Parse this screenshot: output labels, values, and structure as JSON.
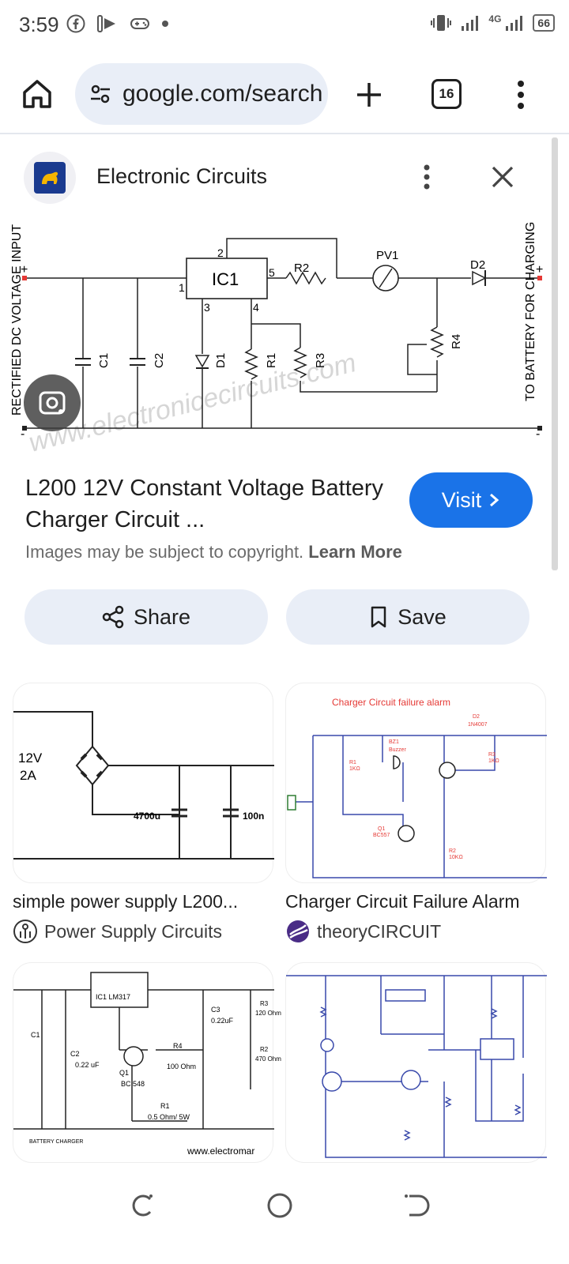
{
  "status_bar": {
    "time": "3:59",
    "network": "4G",
    "battery": "66"
  },
  "toolbar": {
    "url": "google.com/search",
    "tab_count": "16"
  },
  "panel": {
    "source_name": "Electronic Circuits",
    "title": "L200 12V Constant Voltage Battery Charger Circuit ...",
    "visit_label": "Visit",
    "copyright_text": "Images may be subject to copyright.",
    "learn_more_label": "Learn More",
    "share_label": "Share",
    "save_label": "Save"
  },
  "hero_image": {
    "labels": {
      "ic": "IC1",
      "pin1": "1",
      "pin2": "2",
      "pin3": "3",
      "pin4": "4",
      "pin5": "5",
      "r2": "R2",
      "pv1": "PV1",
      "d2": "D2",
      "r4": "R4",
      "c1": "C1",
      "c2": "C2",
      "d1": "D1",
      "r1": "R1",
      "r3": "R3",
      "plus": "+",
      "minus": "-",
      "left_label": "RECTIFIED DC VOLTAGE INPUT",
      "right_label": "TO BATTERY FOR CHARGING",
      "watermark": "www.electronicecircuits.com"
    }
  },
  "related": [
    {
      "title": "simple power supply L200...",
      "source": "Power Supply Circuits",
      "image_text": {
        "a": "12V",
        "b": "2A",
        "c": "4700u",
        "d": "100n"
      }
    },
    {
      "title": "Charger Circuit Failure Alarm",
      "source": "theoryCIRCUIT",
      "image_text": {
        "a": "Charger Circuit failure alarm",
        "b": "BZ1",
        "c": "Buzzer",
        "d": "D2",
        "e": "1N4007",
        "f": "R1",
        "g": "1KΩ",
        "h": "Q1",
        "i": "BC557",
        "j": "R2",
        "k": "10KΩ",
        "l": "R3",
        "m": "1KΩ"
      }
    },
    {
      "title": "",
      "source": "",
      "image_text": {
        "a": "IC1 LM317",
        "b": "C3",
        "c": "0.22uF",
        "d": "C1",
        "e": "C2",
        "f": "0.22 uF",
        "g": "R4",
        "h": "100 Ohm",
        "i": "Q1",
        "j": "BC 548",
        "k": "R1",
        "l": "0.5 Ohm/ 5W",
        "m": "BATTERY CHARGER",
        "n": "www.electromar",
        "o": "R3",
        "p": "120 Ohm",
        "q": "R2",
        "r": "470 Ohm"
      }
    },
    {
      "title": "",
      "source": "",
      "image_text": {}
    }
  ],
  "colors": {
    "accent": "#1a73e8",
    "chip_bg": "#e9eef7",
    "schematic_red": "#e53935",
    "schematic_blue": "#3949ab"
  }
}
